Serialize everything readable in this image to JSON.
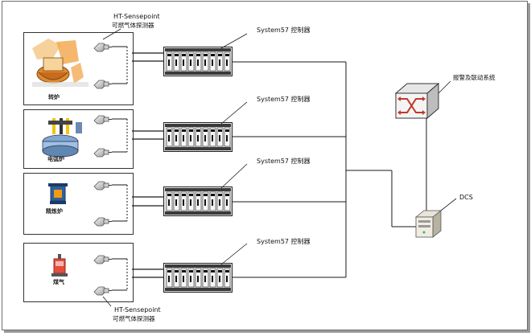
{
  "top_detector": {
    "model": "HT-Sensepoint",
    "desc": "可燃气体探测器"
  },
  "bottom_detector": {
    "model": "HT-Sensepoint",
    "desc": "可燃气体探测器"
  },
  "controllers": [
    {
      "label": "System57 控制器"
    },
    {
      "label": "System57 控制器"
    },
    {
      "label": "System57 控制器"
    },
    {
      "label": "System57 控制器"
    }
  ],
  "plants": [
    {
      "label": "转炉",
      "icon": "converter-furnace-icon"
    },
    {
      "label": "电弧炉",
      "icon": "electric-arc-furnace-icon"
    },
    {
      "label": "精炼炉",
      "icon": "refining-furnace-icon"
    },
    {
      "label": "煤气",
      "icon": "gas-holder-icon"
    }
  ],
  "alarm_system": {
    "label": "报警及联动系统",
    "icon": "network-switch-icon"
  },
  "dcs": {
    "label": "DCS",
    "icon": "dcs-computer-icon"
  },
  "colors": {
    "line": "#1a1a1a",
    "border": "#333333",
    "accent": "#c0392b"
  }
}
